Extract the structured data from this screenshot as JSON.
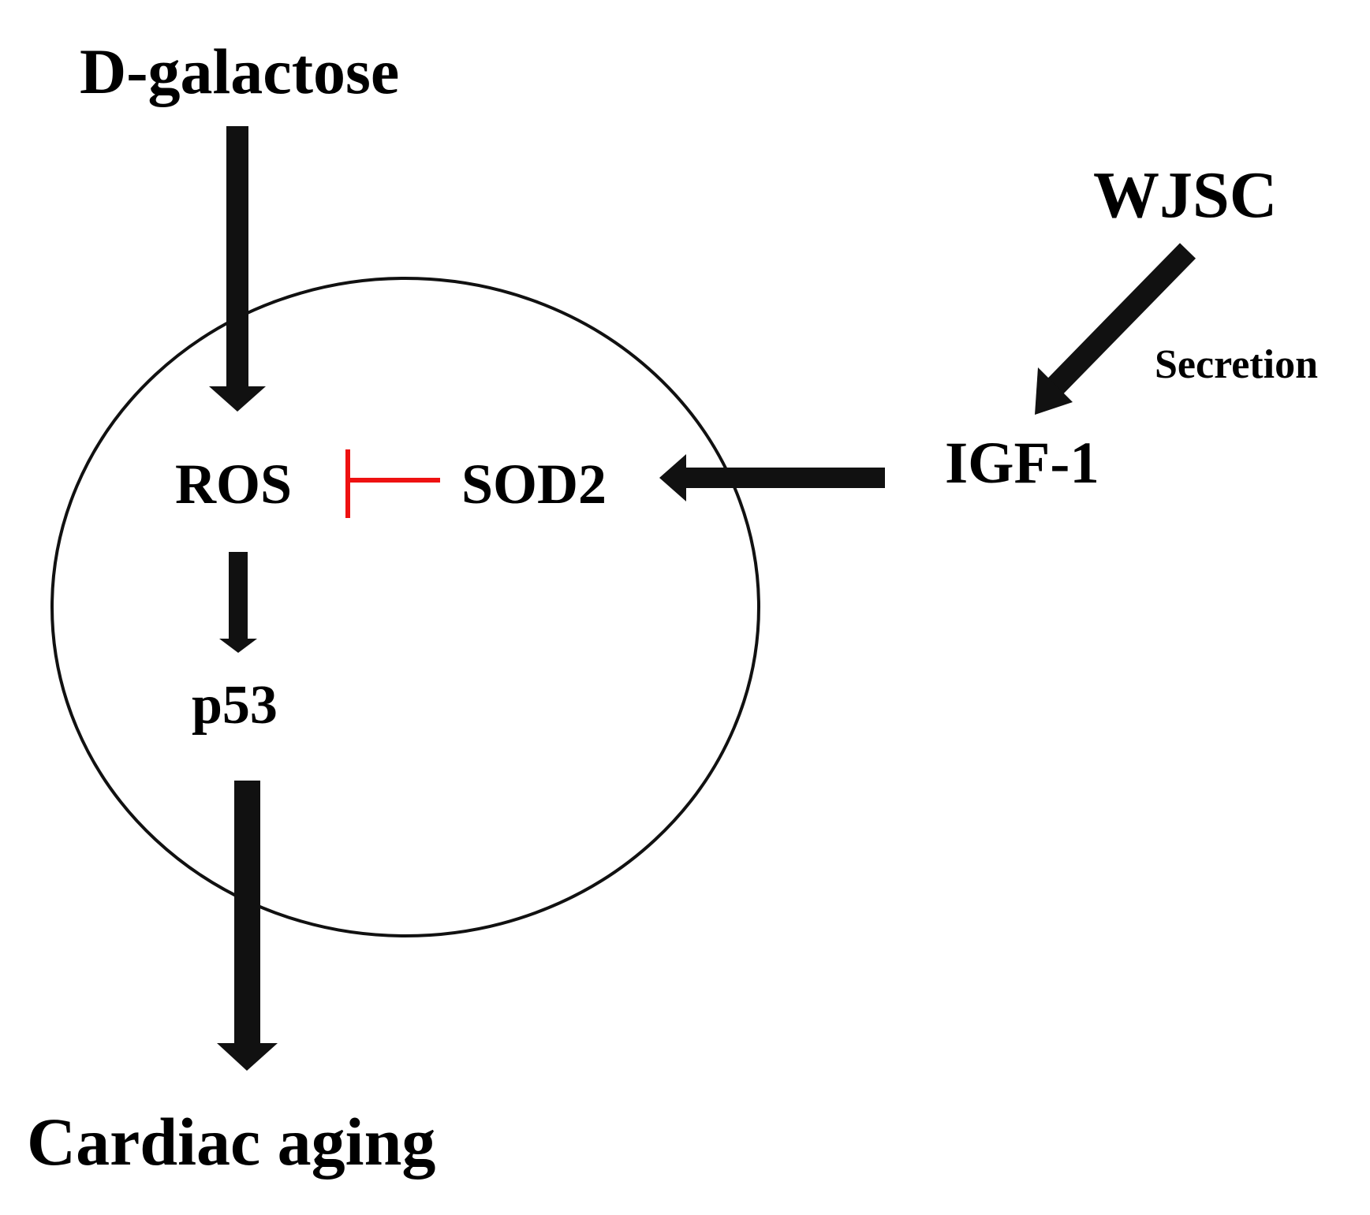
{
  "nodes": {
    "d_galactose": "D-galactose",
    "wjsc": "WJSC",
    "secretion": "Secretion",
    "igf1": "IGF-1",
    "ros": "ROS",
    "sod2": "SOD2",
    "p53": "p53",
    "cardiac_aging": "Cardiac aging"
  },
  "edges": [
    {
      "from": "D-galactose",
      "to": "ROS",
      "type": "activation"
    },
    {
      "from": "WJSC",
      "to": "IGF-1",
      "type": "activation",
      "label": "Secretion"
    },
    {
      "from": "IGF-1",
      "to": "SOD2",
      "type": "activation"
    },
    {
      "from": "SOD2",
      "to": "ROS",
      "type": "inhibition"
    },
    {
      "from": "ROS",
      "to": "p53",
      "type": "activation"
    },
    {
      "from": "p53",
      "to": "Cardiac aging",
      "type": "activation"
    }
  ],
  "colors": {
    "arrow": "#111111",
    "inhibition": "#ee1111",
    "text": "#000000",
    "cell_outline": "#111111"
  }
}
